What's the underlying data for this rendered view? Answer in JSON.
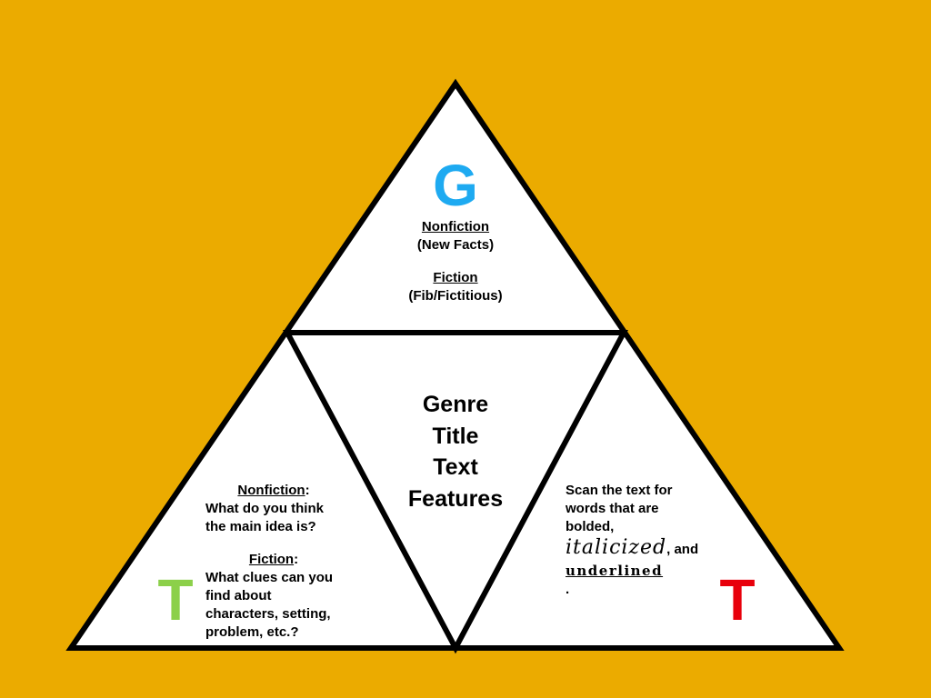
{
  "colors": {
    "background": "#EBAB00",
    "g_letter": "#1EAAF1",
    "left_t_letter": "#8CD04A",
    "right_t_letter": "#E8000B"
  },
  "top": {
    "letter": "G",
    "nonfiction_label": "Nonfiction",
    "nonfiction_desc": "(New Facts)",
    "fiction_label": "Fiction",
    "fiction_desc": "(Fib/Fictitious)"
  },
  "center": {
    "lines": [
      "Genre",
      "Title",
      "Text",
      "Features"
    ]
  },
  "left": {
    "letter": "T",
    "nonfiction_label": "Nonfiction",
    "nonfiction_colon": ":",
    "nonfiction_q1": "What do you think",
    "nonfiction_q2": "the main idea is?",
    "fiction_label": "Fiction",
    "fiction_colon": ":",
    "fiction_q1": "What clues can you",
    "fiction_q2": "find about",
    "fiction_q3": "characters, setting,",
    "fiction_q4": "problem, etc.?"
  },
  "right": {
    "letter": "T",
    "line1": "Scan the text for",
    "line2": "words that are",
    "bolded": "bolded",
    "comma": ",",
    "italicized": "italicized",
    "and": ", and",
    "underlined": "underlined",
    "period": "."
  }
}
